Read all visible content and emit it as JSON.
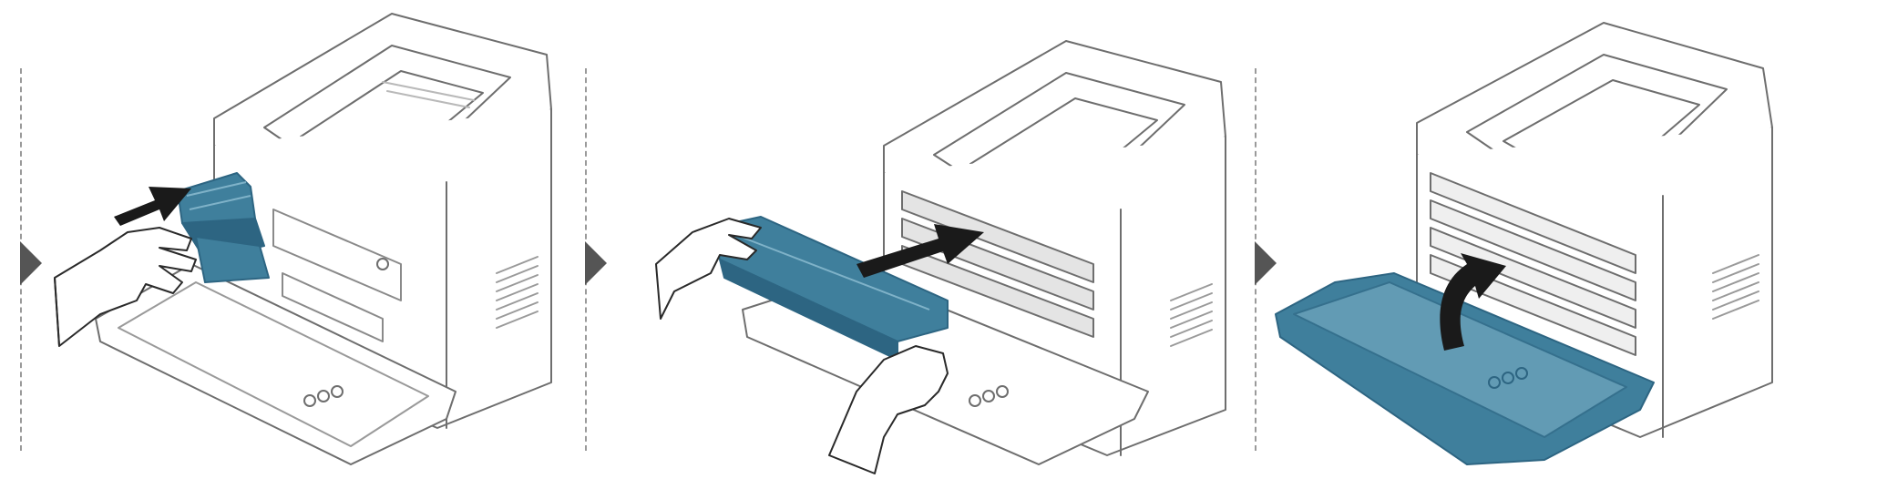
{
  "figure": {
    "panels": [
      {
        "step": 1,
        "depicts": "insert-toner-cartridge-into-slot"
      },
      {
        "step": 2,
        "depicts": "slide-cartridge-into-printer"
      },
      {
        "step": 3,
        "depicts": "close-front-cover"
      }
    ]
  },
  "colors": {
    "outline": "#6e6e6e",
    "outline_light": "#b9b9b9",
    "part_fill": "#3f7f9c",
    "part_fill_dark": "#2d6582",
    "part_fill_light": "#7fb2c8",
    "arrow": "#1a1a1a",
    "marker": "#555555",
    "divider": "#9a9a9a",
    "background": "#ffffff"
  },
  "icons": [
    "step-marker-icon",
    "insert-arrow-icon",
    "push-arrow-icon",
    "close-arrow-icon",
    "hand-icon"
  ]
}
